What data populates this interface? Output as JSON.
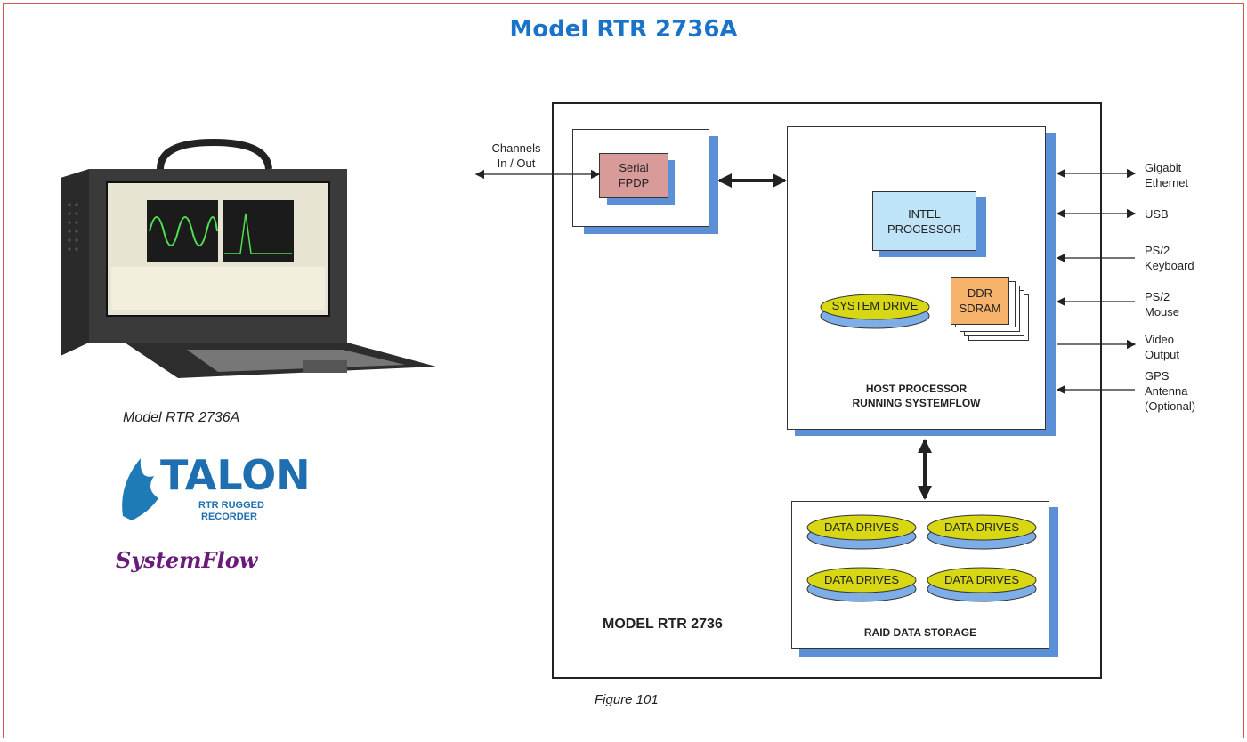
{
  "title": "Model RTR 2736A",
  "product": {
    "photo_caption": "Model RTR 2736A",
    "talon_logo": {
      "name": "TALON",
      "tagline_1": "RTR RUGGED",
      "tagline_2": "RECORDER"
    },
    "systemflow_logo": "SystemFlow"
  },
  "diagram": {
    "system_label": "MODEL RTR 2736",
    "channels_label": [
      "Channels",
      "In / Out"
    ],
    "serial_fpdp": [
      "Serial",
      "FPDP"
    ],
    "intel_processor": [
      "INTEL",
      "PROCESSOR"
    ],
    "system_drive": "SYSTEM DRIVE",
    "ddr_sdram": [
      "DDR",
      "SDRAM"
    ],
    "host_caption": [
      "HOST PROCESSOR",
      "RUNNING SYSTEMFLOW"
    ],
    "data_drives": [
      "DATA DRIVES",
      "DATA DRIVES",
      "DATA DRIVES",
      "DATA DRIVES"
    ],
    "raid_caption": "RAID DATA STORAGE",
    "io_ports": [
      {
        "lines": [
          "Gigabit",
          "Ethernet"
        ],
        "direction": "both"
      },
      {
        "lines": [
          "USB"
        ],
        "direction": "both"
      },
      {
        "lines": [
          "PS/2",
          "Keyboard"
        ],
        "direction": "in"
      },
      {
        "lines": [
          "PS/2",
          "Mouse"
        ],
        "direction": "in"
      },
      {
        "lines": [
          "Video",
          "Output"
        ],
        "direction": "out"
      },
      {
        "lines": [
          "GPS",
          "Antenna",
          "(Optional)"
        ],
        "direction": "in"
      }
    ]
  },
  "figure_caption": "Figure 101",
  "colors": {
    "title": "#1a73c8",
    "shadow": "#5b8fd6",
    "serial": "#d99a9a",
    "intel": "#bfe3f7",
    "ddr": "#f6b26b",
    "drive": "#d7d713",
    "frame": "#d9534f"
  }
}
